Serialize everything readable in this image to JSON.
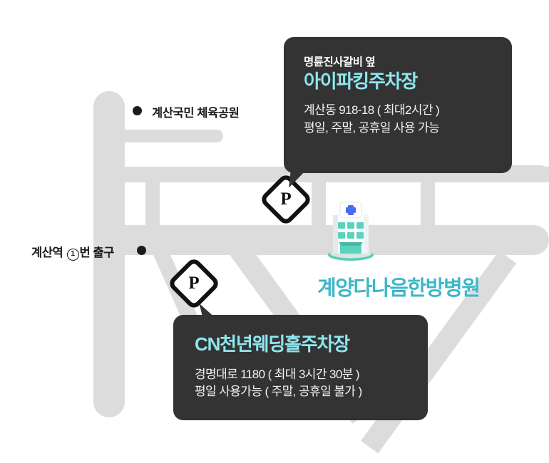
{
  "map": {
    "background_color": "#ffffff",
    "road_color": "#dcdcdc",
    "accent_cyan": "#8ee6ee",
    "accent_teal": "#3db8c8",
    "tooltip_bg": "#333333",
    "marker_color": "#1b1b1b"
  },
  "landmarks": [
    {
      "name": "gyesan-sports-park",
      "label": "계산국민 체육공원",
      "icon": "dot-marker"
    },
    {
      "name": "gyesan-station-exit-1",
      "label_before": "계산역 ",
      "exit_number": "1",
      "label_after": "번 출구",
      "icon": "dot-marker"
    }
  ],
  "hospital": {
    "label": "계양다나음한방병원",
    "icon": "hospital-building-icon",
    "sign_icon": "medical-cross-icon",
    "cross_color": "#4a6df0",
    "building_color": "#5ad3bd"
  },
  "parking_markers": [
    {
      "name": "parking-marker-top",
      "glyph": "P",
      "icon": "parking-sign-icon"
    },
    {
      "name": "parking-marker-bottom",
      "glyph": "P",
      "icon": "parking-sign-icon"
    }
  ],
  "tooltips": [
    {
      "name": "iparking-tooltip",
      "subtitle": "명륜진사갈비 옆",
      "title": "아이파킹주차장",
      "lines": [
        "계산동 918-18 ( 최대2시간 )",
        "평일, 주말, 공휴일 사용 가능"
      ]
    },
    {
      "name": "cn-wedding-hall-tooltip",
      "subtitle": "",
      "title": "CN천년웨딩홀주차장",
      "lines": [
        "경명대로 1180 ( 최대 3시간 30분 )",
        "평일 사용가능 ( 주말, 공휴일 불가 )"
      ]
    }
  ]
}
